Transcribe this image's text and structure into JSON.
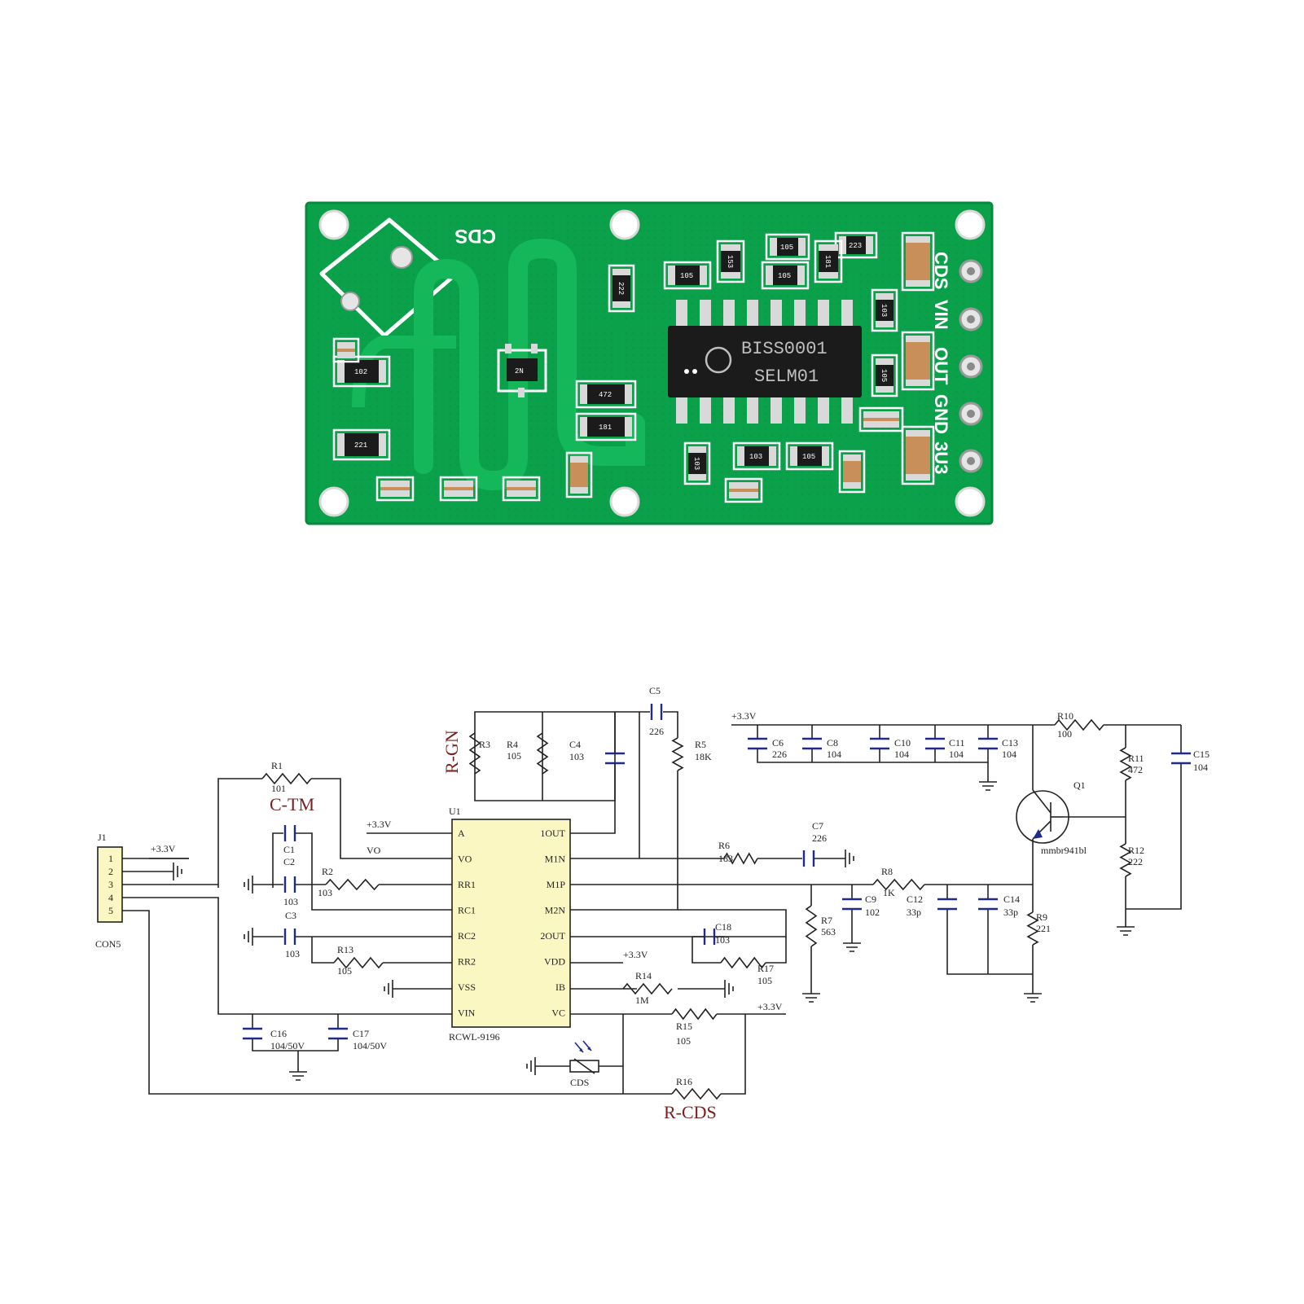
{
  "board": {
    "colors": {
      "pcb": "#0aa14a",
      "trace": "#14b85a",
      "silk": "#ffffff",
      "chip": "#1b1b1b",
      "pad": "#d9d9d9",
      "cap_body": "#c98f5a"
    },
    "cds_label": "CDS",
    "chip_line1": "BISS0001",
    "chip_line2": "SELM01",
    "transistor_mark": "2N",
    "header_labels": [
      "CDS",
      "VIN",
      "OUT",
      "GND",
      "3U3"
    ],
    "smd_marks": [
      "102",
      "221",
      "472",
      "181",
      "222",
      "105",
      "153",
      "105",
      "103",
      "223",
      "103",
      "105",
      "103",
      "105",
      "181",
      "105"
    ]
  },
  "schematic": {
    "big_labels": {
      "rgn": "R-GN",
      "ctm": "C-TM",
      "rcds": "R-CDS"
    },
    "connector": {
      "ref": "J1",
      "name": "CON5",
      "pins": [
        "1",
        "2",
        "3",
        "4",
        "5"
      ],
      "supply": "+3.3V"
    },
    "ic": {
      "ref": "U1",
      "name": "RCWL-9196",
      "left_pins": [
        "A",
        "VO",
        "RR1",
        "RC1",
        "RC2",
        "RR2",
        "VSS",
        "VIN"
      ],
      "right_pins": [
        "1OUT",
        "M1N",
        "M1P",
        "M2N",
        "2OUT",
        "VDD",
        "IB",
        "VC"
      ]
    },
    "net_labels": {
      "vcc_a": "+3.3V",
      "vo": "VO",
      "vdd": "+3.3V",
      "vc_supply": "+3.3V",
      "rail": "+3.3V"
    },
    "parts": {
      "R1": {
        "ref": "R1",
        "value": "101"
      },
      "R2": {
        "ref": "R2",
        "value": "103"
      },
      "R3": {
        "ref": "R3",
        "value": ""
      },
      "R4": {
        "ref": "R4",
        "value": "105"
      },
      "R5": {
        "ref": "R5",
        "value": "18K"
      },
      "R6": {
        "ref": "R6",
        "value": "183"
      },
      "R7": {
        "ref": "R7",
        "value": "563"
      },
      "R8": {
        "ref": "R8",
        "value": "1K"
      },
      "R9": {
        "ref": "R9",
        "value": "221"
      },
      "R10": {
        "ref": "R10",
        "value": "100"
      },
      "R11": {
        "ref": "R11",
        "value": "472"
      },
      "R12": {
        "ref": "R12",
        "value": "222"
      },
      "R13": {
        "ref": "R13",
        "value": "105"
      },
      "R14": {
        "ref": "R14",
        "value": "1M"
      },
      "R15": {
        "ref": "R15",
        "value": "105"
      },
      "R16": {
        "ref": "R16",
        "value": ""
      },
      "R17": {
        "ref": "R17",
        "value": "105"
      },
      "C1": {
        "ref": "C1",
        "value": ""
      },
      "C2": {
        "ref": "C2",
        "value": "103"
      },
      "C3": {
        "ref": "C3",
        "value": "103"
      },
      "C4": {
        "ref": "C4",
        "value": "103"
      },
      "C5": {
        "ref": "C5",
        "value": "226"
      },
      "C6": {
        "ref": "C6",
        "value": "226"
      },
      "C7": {
        "ref": "C7",
        "value": "226"
      },
      "C8": {
        "ref": "C8",
        "value": "104"
      },
      "C9": {
        "ref": "C9",
        "value": "102"
      },
      "C10": {
        "ref": "C10",
        "value": "104"
      },
      "C11": {
        "ref": "C11",
        "value": "104"
      },
      "C12": {
        "ref": "C12",
        "value": "33p"
      },
      "C13": {
        "ref": "C13",
        "value": "104"
      },
      "C14": {
        "ref": "C14",
        "value": "33p"
      },
      "C15": {
        "ref": "C15",
        "value": "104"
      },
      "C16": {
        "ref": "C16",
        "value": "104/50V"
      },
      "C17": {
        "ref": "C17",
        "value": "104/50V"
      },
      "C18": {
        "ref": "C18",
        "value": "103"
      },
      "Q1": {
        "ref": "Q1",
        "value": "mmbr941bl"
      },
      "CDS": {
        "ref": "CDS",
        "value": ""
      }
    }
  }
}
